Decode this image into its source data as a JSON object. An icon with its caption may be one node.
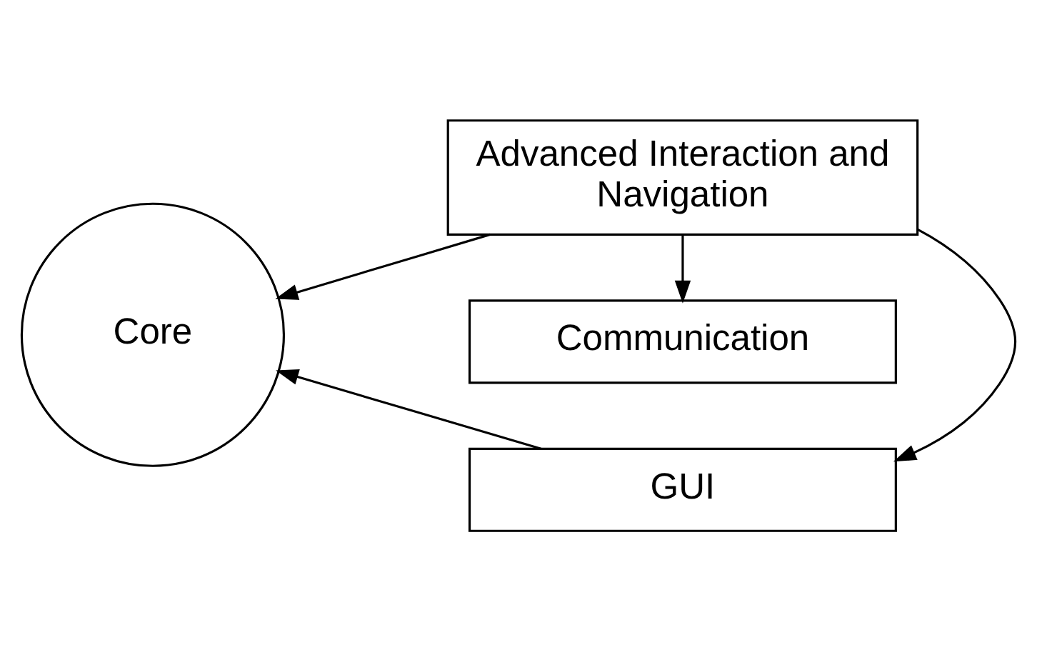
{
  "diagram": {
    "nodes": [
      {
        "text": [
          "Core"
        ]
      },
      {
        "text": [
          "GUI"
        ]
      },
      {
        "text": [
          "Advanced Interaction and Navigation"
        ]
      },
      {
        "text": [
          "Communication"
        ]
      }
    ],
    "edges": [
      {
        "from": 1,
        "to": 0,
        "arrow": "to"
      },
      {
        "from": 2,
        "to": 0,
        "arrow": "to"
      },
      {
        "from": 2,
        "to": 1,
        "arrow": "to"
      },
      {
        "from": 2,
        "to": 3,
        "arrow": "to"
      }
    ]
  }
}
